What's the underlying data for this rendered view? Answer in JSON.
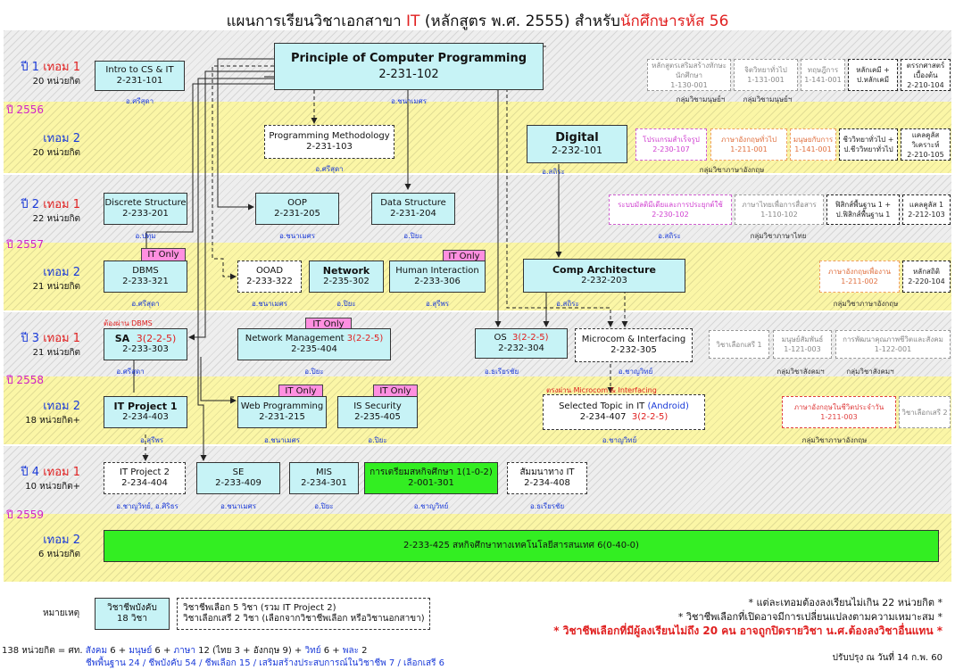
{
  "header": {
    "title_prefix": "แผนการเรียนวิชาเอกสาขา",
    "title_major": "IT",
    "title_mid": "(หลักสูตร พ.ศ. 2555)  สำหรับ",
    "title_students": "นักศึกษารหัส 56"
  },
  "years": [
    "ปี 2556",
    "ปี 2557",
    "ปี 2558",
    "ปี 2559"
  ],
  "terms": [
    {
      "year": "ปี 1",
      "term": "เทอม 1",
      "credits": "20 หน่วยกิต"
    },
    {
      "year": "",
      "term": "เทอม 2",
      "credits": "20 หน่วยกิต"
    },
    {
      "year": "ปี 2",
      "term": "เทอม 1",
      "credits": "22 หน่วยกิต"
    },
    {
      "year": "",
      "term": "เทอม 2",
      "credits": "21 หน่วยกิต"
    },
    {
      "year": "ปี 3",
      "term": "เทอม 1",
      "credits": "21 หน่วยกิต"
    },
    {
      "year": "",
      "term": "เทอม 2",
      "credits": "18 หน่วยกิต+"
    },
    {
      "year": "ปี 4",
      "term": "เทอม 1",
      "credits": "10 หน่วยกิต+"
    },
    {
      "year": "",
      "term": "เทอม 2",
      "credits": "6 หน่วยกิต"
    }
  ],
  "courses": {
    "intro": {
      "name": "Intro to CS & IT",
      "code": "2-231-101",
      "inst": "อ.ศรีสุดา"
    },
    "pcp": {
      "name": "Principle of Computer Programming",
      "code": "2-231-102",
      "inst": "อ.ชนาเมศร"
    },
    "pm": {
      "name": "Programming Methodology",
      "code": "2-231-103",
      "inst": "อ.ศรีสุดา"
    },
    "digital": {
      "name": "Digital",
      "code": "2-232-101",
      "inst": "อ.สถิระ"
    },
    "discrete": {
      "name": "Discrete Structure",
      "code": "2-233-201",
      "inst": "อ.ปทุม"
    },
    "oop": {
      "name": "OOP",
      "code": "2-231-205",
      "inst": "อ.ชนาเมศร"
    },
    "ds": {
      "name": "Data Structure",
      "code": "2-231-204",
      "inst": "อ.ปิยะ"
    },
    "dbms": {
      "name": "DBMS",
      "code": "2-233-321",
      "inst": "อ.ศรีสุดา"
    },
    "ooad": {
      "name": "OOAD",
      "code": "2-233-322",
      "inst": "อ.ชนาเมศร"
    },
    "network": {
      "name": "Network",
      "code": "2-235-302",
      "inst": "อ.ปิยะ"
    },
    "hi": {
      "name": "Human Interaction",
      "code": "2-233-306",
      "inst": "อ.สุรีพร"
    },
    "ca": {
      "name": "Comp Architecture",
      "code": "2-232-203",
      "inst": "อ.สถิระ"
    },
    "sa": {
      "name": "SA",
      "cr": "3(2-2-5)",
      "code": "2-233-303",
      "inst": "อ.ศรีสุดา"
    },
    "nm": {
      "name": "Network Management",
      "cr": "3(2-2-5)",
      "code": "2-235-404",
      "inst": "อ.ปิยะ"
    },
    "os": {
      "name": "OS",
      "cr": "3(2-2-5)",
      "code": "2-232-304",
      "inst": "อ.ธเรียรชัย"
    },
    "mc": {
      "name": "Microcom & Interfacing",
      "code": "2-232-305",
      "inst": "อ.ชาญวิทย์"
    },
    "itp1": {
      "name": "IT Project 1",
      "code": "2-234-403",
      "inst": "อ.สุรีพร"
    },
    "wp": {
      "name": "Web Programming",
      "code": "2-231-215",
      "inst": "อ.ชนาเมศร"
    },
    "iss": {
      "name": "IS Security",
      "code": "2-235-405",
      "inst": "อ.ปิยะ"
    },
    "st": {
      "name": "Selected Topic in IT",
      "extra": "(Android)",
      "code": "2-234-407",
      "cr": "3(2-2-5)",
      "inst": "อ.ชาญวิทย์"
    },
    "itp2": {
      "name": "IT Project 2",
      "code": "2-234-404",
      "inst": "อ.ชาญวิทย์, อ.ศิริธร"
    },
    "se": {
      "name": "SE",
      "code": "2-233-409",
      "inst": "อ.ชนาเมศร"
    },
    "mis": {
      "name": "MIS",
      "code": "2-234-301",
      "inst": "อ.ปิยะ"
    },
    "prep": {
      "name": "การเตรียมสหกิจศึกษา 1(1-0-2)",
      "code": "2-001-301",
      "inst": "อ.ชาญวิทย์"
    },
    "seminar": {
      "name": "สัมมนาทาง IT",
      "code": "2-234-408",
      "inst": "อ.ธเรียรชัย"
    },
    "coop": {
      "name": "2-233-425  สหกิจศึกษาทางเทคโนโลยีสารสนเทศ  6(0-40-0)"
    }
  },
  "tags": {
    "it_only": "IT Only"
  },
  "notes": {
    "dbms_prereq": "ต้องผ่าน DBMS",
    "mc_prereq": "ตรงผ่าน Microcom & Interfacing"
  },
  "gen_ed": {
    "r1": [
      "หลักสูตรเสริมสร้างทักษะนักศึกษา",
      "จิตวิทยาทั่วไป",
      "ทฤษฎีการ",
      "หลักเคมี + ป.หลักเคมี",
      "ตรรกศาสตร์เบื้องต้น"
    ],
    "r1_codes": [
      "1-130-001",
      "1-131-001",
      "1-141-001",
      "",
      "2-210-104"
    ],
    "r1_groups": [
      "กลุ่มวิชามนุษย์ฯ",
      "กลุ่มวิชามนุษย์ฯ"
    ],
    "r2": [
      "โปรแกรมสำเร็จรูป",
      "ภาษาอังกฤษทั่วไป",
      "มนุษยกับการ",
      "ชีววิทยาทั่วไป + ป.ชีววิทยาทั่วไป",
      "แคลคูลัส วิเคราะห์"
    ],
    "r2_codes": [
      "2-230-107",
      "1-211-001",
      "1-141-001",
      "",
      "2-210-105"
    ],
    "r2_group": "กลุ่มวิชาภาษาอังกฤษ",
    "r3": [
      "ระบบมัลติมีเดียและการประยุกต์ใช้",
      "ภาษาไทยเพื่อการสื่อสาร",
      "ฟิสิกส์พื้นฐาน 1 + ป.ฟิสิกส์พื้นฐาน 1",
      "แคลคูลัส 1"
    ],
    "r3_codes": [
      "2-230-102",
      "1-110-102",
      "",
      "2-212-103"
    ],
    "r3_inst": "อ.สถิระ",
    "r3_group": "กลุ่มวิชาภาษาไทย",
    "r4": [
      "ภาษาอังกฤษเพื่องาน",
      "หลักสถิติ"
    ],
    "r4_codes": [
      "1-211-002",
      "2-220-104"
    ],
    "r4_group": "กลุ่มวิชาภาษาอังกฤษ",
    "r5": [
      "วิชาเลือกเสรี 1",
      "มนุษย์สัมพันธ์",
      "การพัฒนาคุณภาพชีวิตและสังคม"
    ],
    "r5_codes": [
      "",
      "1-121-003",
      "1-122-001"
    ],
    "r5_groups": [
      "กลุ่มวิชาสังคมฯ",
      "กลุ่มวิชาสังคมฯ"
    ],
    "r6": [
      "ภาษาอังกฤษในชีวิตประจำวัน",
      "วิชาเลือกเสรี 2"
    ],
    "r6_codes": [
      "1-211-003",
      ""
    ],
    "r6_group": "กลุ่มวิชาภาษาอังกฤษ"
  },
  "legend": {
    "label": "หมายเหตุ",
    "req_line1": "วิชาชีพบังคับ",
    "req_line2": "18 วิชา",
    "elec_line1": "วิชาชีพเลือก  5 วิชา (รวม IT Project 2)",
    "elec_line2": "วิชาเลือกเสรี  2 วิชา  (เลือกจากวิชาชีพเลือก หรือวิชานอกสาขา)"
  },
  "remarks": {
    "r1": "* แต่ละเทอมต้องลงเรียนไม่เกิน 22 หน่วยกิต *",
    "r2": "* วิชาชีพเลือกที่เปิดอาจมีการเปลี่ยนแปลงตามความเหมาะสม *",
    "r3": "* วิชาชีพเลือกที่มีผู้ลงเรียนไม่ถึง 20 คน อาจถูกปิดรายวิชา น.ศ.ต้องลงวิชาอื่นแทน *"
  },
  "footer": {
    "total_a": "138 หน่วยกิต = ศท.",
    "total_b": "สังคม",
    "total_c": "6 +",
    "total_d": "มนุษย์",
    "total_e": "6 +",
    "total_f": "ภาษา",
    "total_g": "12 (ไทย 3 + อังกฤษ 9) +",
    "total_h": "วิทย์",
    "total_i": "6 +",
    "total_j": "พละ",
    "total_k": "2",
    "line2": "ชีพพื้นฐาน 24 / ชีพบังคับ 54 / ชีพเลือก 15 / เสริมสร้างประสบการณ์ในวิชาชีพ 7 / เลือกเสรี 6",
    "updated": "ปรับปรุง ณ วันที่ 14 ก.พ. 60"
  },
  "colors": {
    "required": "#c7f3f6",
    "coop": "#33ee22",
    "tag": "#ff8fe0",
    "accent": "#e02020",
    "link": "#1a3ad8"
  }
}
